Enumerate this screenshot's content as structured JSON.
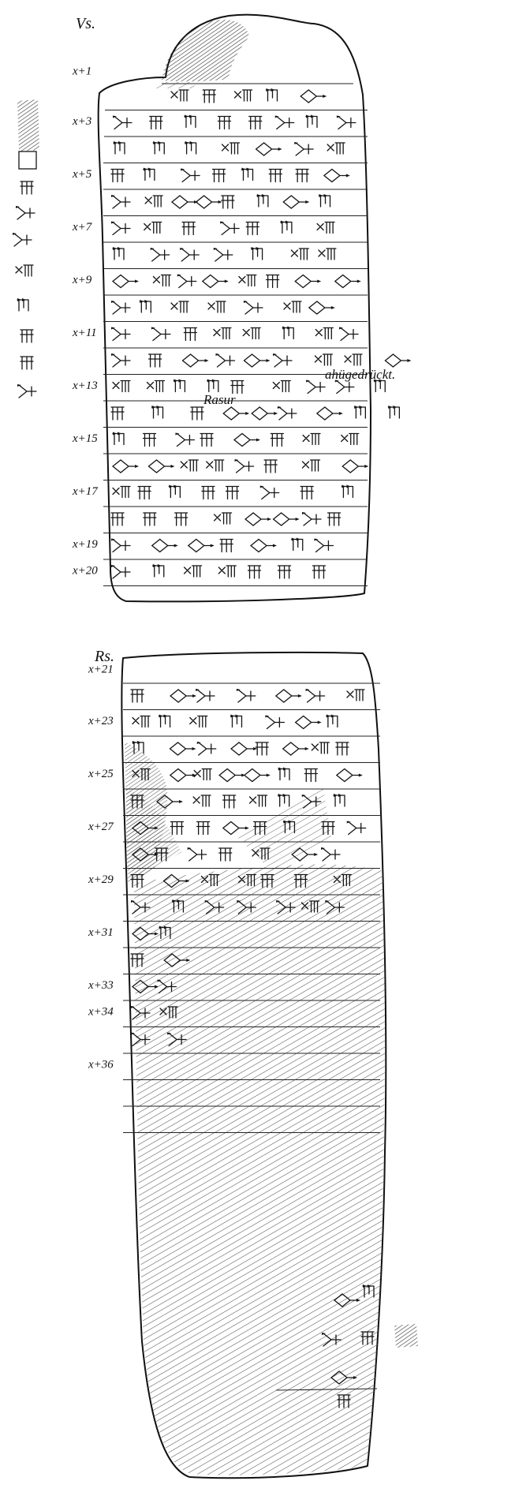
{
  "obverse": {
    "side_label": "Vs.",
    "line_labels": [
      {
        "text": "x+1",
        "row": 0
      },
      {
        "text": "x+3",
        "row": 2
      },
      {
        "text": "x+5",
        "row": 4
      },
      {
        "text": "x+7",
        "row": 6
      },
      {
        "text": "x+9",
        "row": 8
      },
      {
        "text": "x+11",
        "row": 10
      },
      {
        "text": "x+13",
        "row": 12
      },
      {
        "text": "x+15",
        "row": 14
      },
      {
        "text": "x+17",
        "row": 16
      },
      {
        "text": "x+19",
        "row": 18
      },
      {
        "text": "x+20",
        "row": 19
      }
    ],
    "annotations": {
      "erasure": "Rasur",
      "overprint": "ahügedrückt."
    }
  },
  "reverse": {
    "side_label": "Rs.",
    "line_labels": [
      {
        "text": "x+21",
        "row": 0
      },
      {
        "text": "x+23",
        "row": 2
      },
      {
        "text": "x+25",
        "row": 4
      },
      {
        "text": "x+27",
        "row": 6
      },
      {
        "text": "x+29",
        "row": 8
      },
      {
        "text": "x+31",
        "row": 10
      },
      {
        "text": "x+33",
        "row": 12
      },
      {
        "text": "x+34",
        "row": 13
      },
      {
        "text": "x+36",
        "row": 15
      }
    ]
  },
  "icons": [
    "cuneiform-sign",
    "damaged-surface-hatching"
  ]
}
